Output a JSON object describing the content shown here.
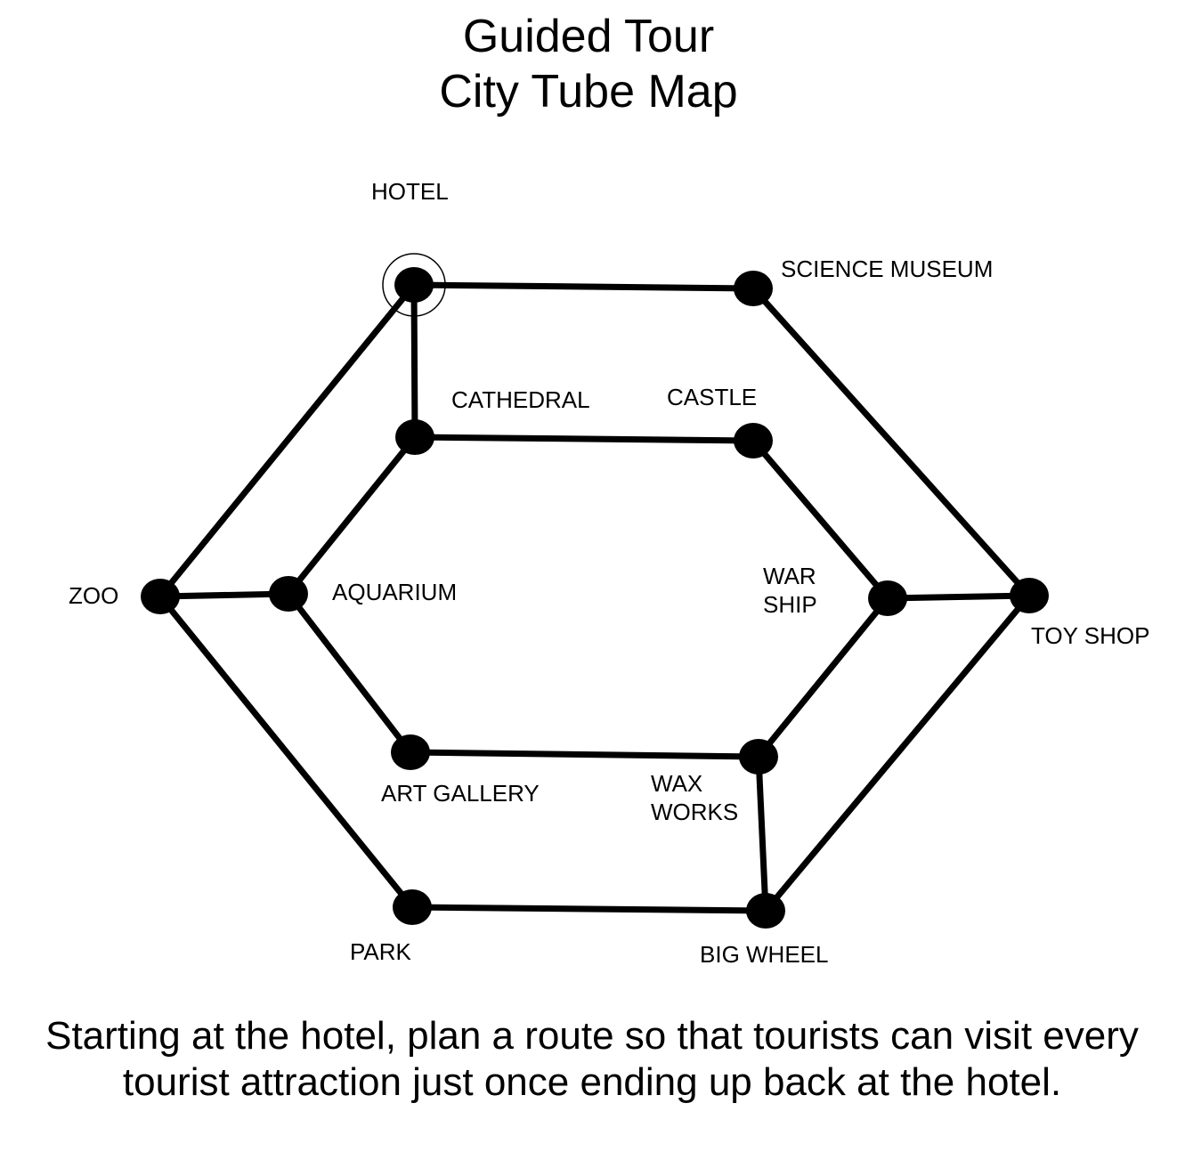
{
  "title": {
    "line1": "Guided Tour",
    "line2": "City Tube Map"
  },
  "stations": [
    {
      "id": "hotel",
      "label": "HOTEL",
      "start": true
    },
    {
      "id": "science_museum",
      "label": "SCIENCE MUSEUM"
    },
    {
      "id": "cathedral",
      "label": "CATHEDRAL"
    },
    {
      "id": "castle",
      "label": "CASTLE"
    },
    {
      "id": "zoo",
      "label": "ZOO"
    },
    {
      "id": "aquarium",
      "label": "AQUARIUM"
    },
    {
      "id": "war_ship",
      "label": "WAR\nSHIP"
    },
    {
      "id": "toy_shop",
      "label": "TOY SHOP"
    },
    {
      "id": "art_gallery",
      "label": "ART GALLERY"
    },
    {
      "id": "wax_works",
      "label": "WAX\nWORKS"
    },
    {
      "id": "park",
      "label": "PARK"
    },
    {
      "id": "big_wheel",
      "label": "BIG WHEEL"
    }
  ],
  "connections": [
    [
      "hotel",
      "science_museum"
    ],
    [
      "hotel",
      "cathedral"
    ],
    [
      "hotel",
      "zoo"
    ],
    [
      "science_museum",
      "toy_shop"
    ],
    [
      "cathedral",
      "castle"
    ],
    [
      "cathedral",
      "aquarium"
    ],
    [
      "castle",
      "war_ship"
    ],
    [
      "zoo",
      "aquarium"
    ],
    [
      "zoo",
      "park"
    ],
    [
      "aquarium",
      "art_gallery"
    ],
    [
      "war_ship",
      "toy_shop"
    ],
    [
      "war_ship",
      "wax_works"
    ],
    [
      "toy_shop",
      "big_wheel"
    ],
    [
      "art_gallery",
      "wax_works"
    ],
    [
      "wax_works",
      "big_wheel"
    ],
    [
      "park",
      "big_wheel"
    ]
  ],
  "instructions": "Starting at the hotel, plan a route so that tourists can visit every tourist attraction just once ending up back at the hotel."
}
